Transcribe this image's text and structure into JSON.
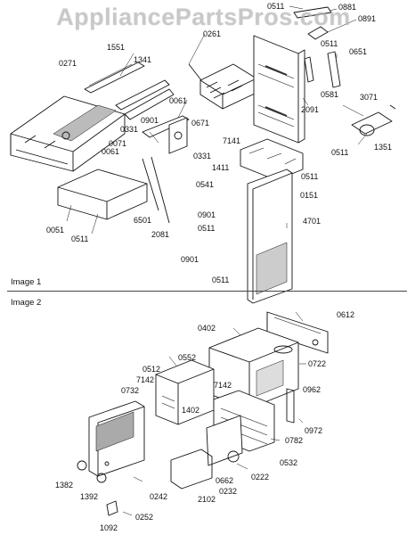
{
  "watermark": "AppliancePartsPros.com",
  "sections": [
    {
      "key": "image1",
      "label": "Image 1"
    },
    {
      "key": "image2",
      "label": "Image 2"
    }
  ],
  "image1_parts": [
    "0511",
    "0881",
    "0891",
    "0261",
    "1551",
    "0271",
    "1341",
    "0511",
    "0651",
    "0581",
    "3071",
    "2091",
    "0061",
    "0671",
    "0901",
    "0331",
    "7141",
    "1351",
    "0071",
    "0061",
    "0331",
    "1411",
    "0511",
    "0511",
    "0541",
    "0151",
    "0051",
    "0511",
    "6501",
    "2081",
    "0901",
    "0511",
    "4701",
    "0901",
    "0511"
  ],
  "image2_parts": [
    "0612",
    "0402",
    "0552",
    "0512",
    "0722",
    "7142",
    "7142",
    "0732",
    "0962",
    "1402",
    "0972",
    "0782",
    "0532",
    "1382",
    "0222",
    "0662",
    "0232",
    "1392",
    "0242",
    "2102",
    "0252",
    "1092"
  ]
}
